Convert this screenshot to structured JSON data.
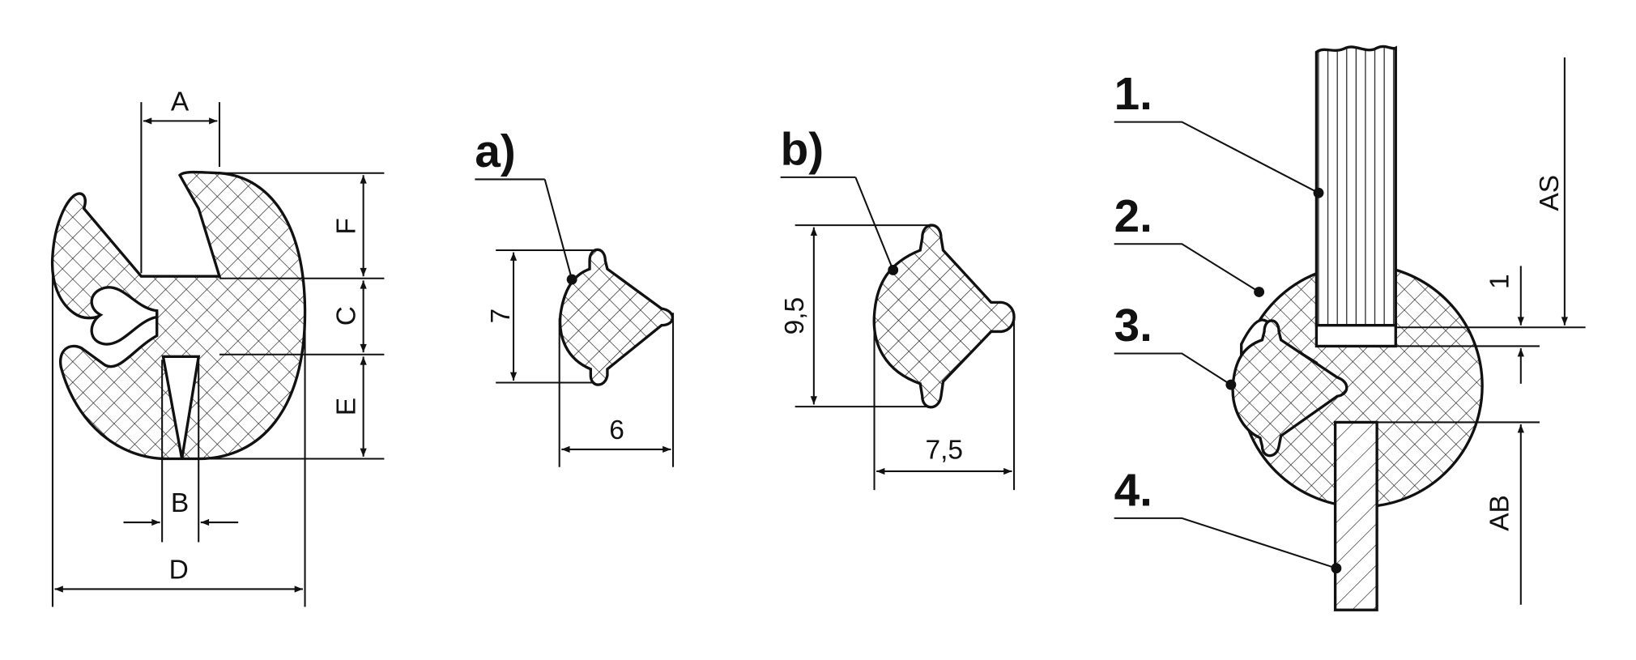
{
  "profile_main": {
    "dimensions": {
      "A": "A",
      "B": "B",
      "C": "C",
      "D": "D",
      "E": "E",
      "F": "F"
    }
  },
  "profile_a": {
    "label": "a)",
    "height": "7",
    "width": "6"
  },
  "profile_b": {
    "label": "b)",
    "height": "9,5",
    "width": "7,5"
  },
  "assembly": {
    "callouts": [
      "1.",
      "2.",
      "3.",
      "4."
    ],
    "dimensions": {
      "AS": "AS",
      "gap": "1",
      "AB": "AB"
    }
  },
  "colors": {
    "line": "#111111",
    "background": "#ffffff"
  }
}
